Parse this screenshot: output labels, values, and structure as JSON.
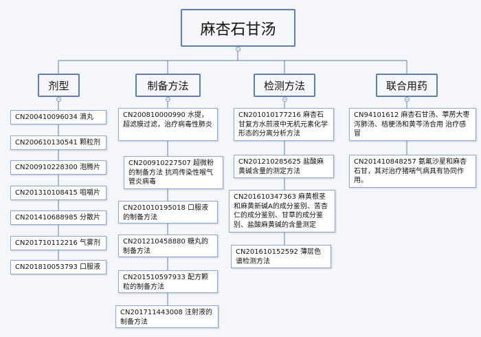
{
  "root": {
    "title": "麻杏石甘汤"
  },
  "categories": [
    {
      "label": "剂型",
      "items": [
        "CN200410096034 滴丸",
        "CN200610130541 颗粒剂",
        "CN200910228300 泡腾片",
        "CN201310108415 咀嚼片",
        "CN201410688985 分散片",
        "CN201710112216 气雾剂",
        "CN201810053793 口服液"
      ]
    },
    {
      "label": "制备方法",
      "items": [
        "CN200810000990 水提，超滤膜过滤，治疗病毒性肺炎",
        "CN200910227507 超微粉的制备方法 抗鸡传染性喉气管炎病毒",
        "CN201010195018 口服液的制备方法",
        "CN201210458880 糖丸的制备方法",
        "CN201510597933 配方颗粒的制备方法",
        "CN201711443008 注射液的制备方法"
      ]
    },
    {
      "label": "检测方法",
      "items": [
        "CN201010177216 麻杏石甘复方水煎液中无机元素化学形态的分离分析方法",
        "CN201210285625 盐酸麻黄碱含量的测定方法",
        "CN201610347363 麻黄根茎和麻黄新碱A的成分鉴别、苦杏仁的成分鉴别、甘草的成分鉴别、盐酸麻黄碱的含量测定",
        "CN201610152592 薄层色谱检测方法"
      ]
    },
    {
      "label": "联合用药",
      "items": [
        "CN94101612 麻杏石甘汤、葶苈大枣泻肺汤、桔梗汤和黄芩汤合用 治疗感冒",
        "CN201410848257 氨氟沙星和麻杏石甘，其对治疗猪喘气病具有协同作用。"
      ]
    }
  ],
  "toggle_symbol": "−",
  "colors": {
    "line": "#5d7fae",
    "node_border": "#8aa9d0",
    "background": "#f4f6f9"
  }
}
